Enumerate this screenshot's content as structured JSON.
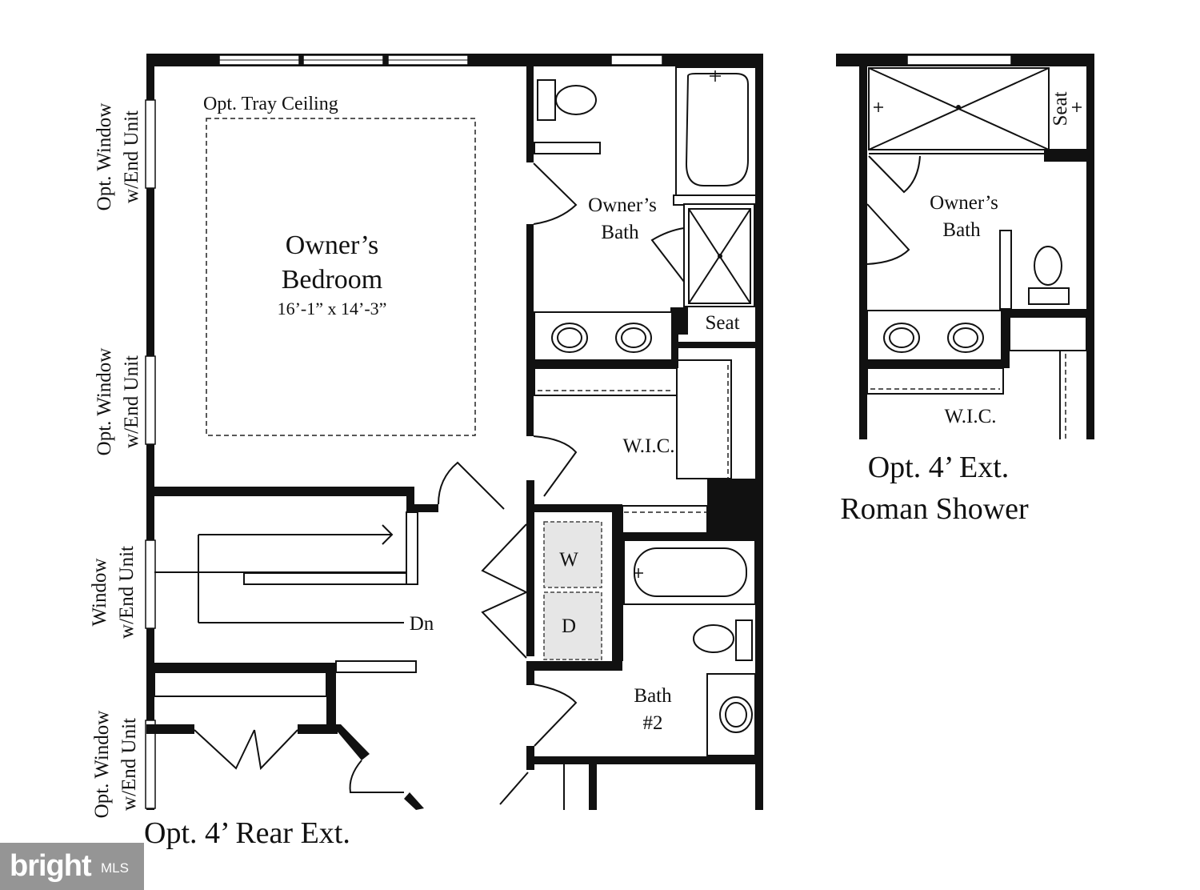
{
  "main_plan": {
    "tray_ceiling": "Opt. Tray Ceiling",
    "bedroom_name_1": "Owner’s",
    "bedroom_name_2": "Bedroom",
    "bedroom_dims": "16’-1” x 14’-3”",
    "bath_1": "Owner’s",
    "bath_2": "Bath",
    "seat": "Seat",
    "wic": "W.I.C.",
    "washer": "W",
    "dryer": "D",
    "stairs_down": "Dn",
    "bath2_line1": "Bath",
    "bath2_line2": "#2",
    "side_windows": [
      {
        "line1": "Opt. Window",
        "line2": "w/End Unit"
      },
      {
        "line1": "Opt. Window",
        "line2": "w/End Unit"
      },
      {
        "line1": "Window",
        "line2": "w/End Unit"
      },
      {
        "line1": "Opt. Window",
        "line2": "w/End Unit"
      }
    ],
    "rear_ext_caption": "Opt. 4’ Rear Ext."
  },
  "inset_plan": {
    "seat": "Seat",
    "bath_1": "Owner’s",
    "bath_2": "Bath",
    "wic": "W.I.C.",
    "caption_1": "Opt. 4’ Ext.",
    "caption_2": "Roman Shower"
  },
  "watermark": {
    "brand": "bright",
    "suffix": "MLS"
  },
  "colors": {
    "wall": "#111111",
    "background": "#ffffff",
    "laundry_fill": "#e6e6e6",
    "watermark": "#8a8a8a"
  }
}
